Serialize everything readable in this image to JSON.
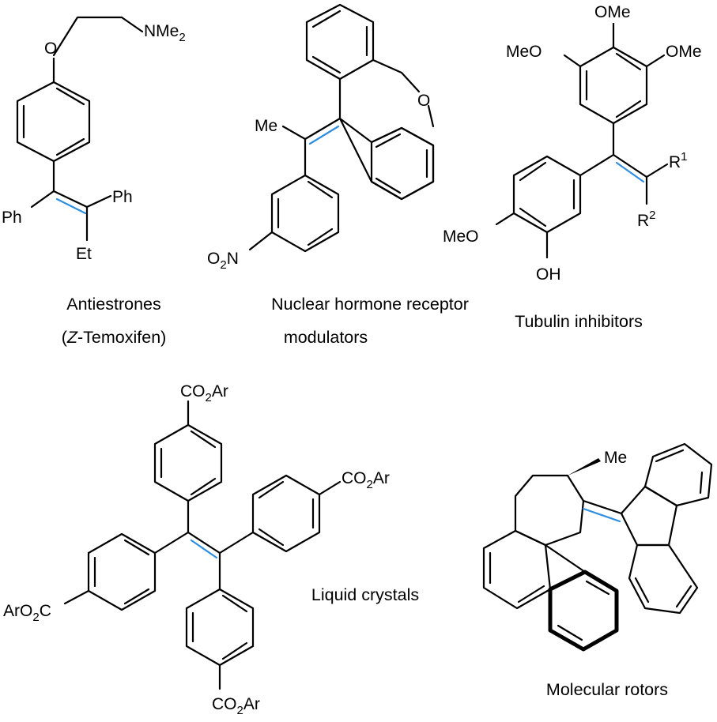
{
  "colors": {
    "alkene_highlight": "#2f8ee0",
    "ink": "#000000"
  },
  "structures": {
    "antiestrones": {
      "name_line1": "Antiestrones",
      "name_line2_italic": "Z",
      "name_line2_rest": "-Temoxifen)",
      "name_line2_open": "(",
      "atoms": {
        "nme2": "NMe",
        "nme2_sub": "2",
        "o": "O",
        "ph_left": "Ph",
        "ph_right": "Ph",
        "et": "Et"
      }
    },
    "nhr_modulators": {
      "name_line1": "Nuclear hormone receptor",
      "name_line2": "modulators",
      "atoms": {
        "me": "Me",
        "o": "O",
        "o2n_o": "O",
        "o2n_sub": "2",
        "o2n_n": "N"
      }
    },
    "tubulin": {
      "name": "Tubulin inhibitors",
      "atoms": {
        "ome_top": "OMe",
        "meo_left": "MeO",
        "ome_right": "OMe",
        "r1": "R",
        "r1_sup": "1",
        "r2": "R",
        "r2_sup": "2",
        "meo_ring": "MeO",
        "oh": "OH"
      }
    },
    "liquid_crystals": {
      "name": "Liquid crystals",
      "atoms": {
        "co2ar_a": "CO",
        "co2ar_sub": "2",
        "co2ar_b": "Ar",
        "aro2c_a": "ArO",
        "aro2c_sub": "2",
        "aro2c_b": "C"
      }
    },
    "rotors": {
      "name": "Molecular rotors",
      "atoms": {
        "me": "Me"
      }
    }
  }
}
